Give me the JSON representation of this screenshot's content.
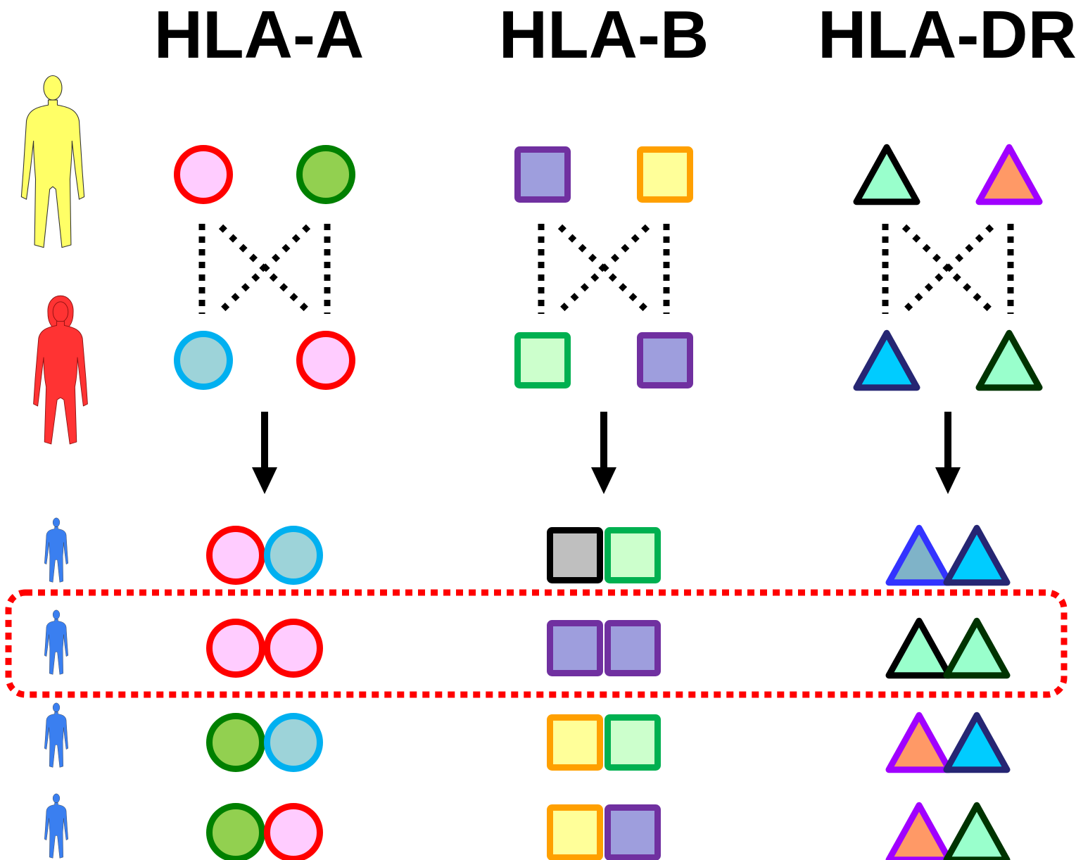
{
  "headers": [
    "HLA-A",
    "HLA-B",
    "HLA-DR"
  ],
  "colors": {
    "red": "#ff0000",
    "pink": "#ffccff",
    "darkgreen": "#008000",
    "lightgreen": "#92d050",
    "skyblue": "#00b0f0",
    "teal": "#9dd3d9",
    "purple": "#7030a0",
    "lavender": "#9e9edd",
    "orange": "#ffa000",
    "lightyellow": "#ffff99",
    "green": "#00b050",
    "mint": "#ccffcc",
    "black": "#000000",
    "gray": "#bfbfbf",
    "violet": "#a000ff",
    "salmon": "#ff9966",
    "navy": "#262673",
    "cyan": "#00ccff",
    "blue": "#3333ff",
    "dkgreen2": "#003300",
    "aquamint": "#99ffcc",
    "highlight": "#ff0000"
  },
  "people": {
    "father": {
      "icon": "man-figure-icon",
      "color": "#ffff66"
    },
    "mother": {
      "icon": "woman-figure-icon",
      "color": "#ff3333"
    },
    "children": {
      "icon": "child-figure-icon",
      "color": "#3a7ff0",
      "count": 4
    }
  },
  "loci": [
    {
      "name": "HLA-A",
      "shape": "circle",
      "father": [
        {
          "stroke": "#ff0000",
          "fill": "#ffccff"
        },
        {
          "stroke": "#008000",
          "fill": "#92d050"
        }
      ],
      "mother": [
        {
          "stroke": "#00b0f0",
          "fill": "#9dd3d9"
        },
        {
          "stroke": "#ff0000",
          "fill": "#ffccff"
        }
      ],
      "children": [
        [
          {
            "stroke": "#ff0000",
            "fill": "#ffccff"
          },
          {
            "stroke": "#00b0f0",
            "fill": "#9dd3d9"
          }
        ],
        [
          {
            "stroke": "#ff0000",
            "fill": "#ffccff"
          },
          {
            "stroke": "#ff0000",
            "fill": "#ffccff"
          }
        ],
        [
          {
            "stroke": "#008000",
            "fill": "#92d050"
          },
          {
            "stroke": "#00b0f0",
            "fill": "#9dd3d9"
          }
        ],
        [
          {
            "stroke": "#008000",
            "fill": "#92d050"
          },
          {
            "stroke": "#ff0000",
            "fill": "#ffccff"
          }
        ]
      ]
    },
    {
      "name": "HLA-B",
      "shape": "square",
      "father": [
        {
          "stroke": "#7030a0",
          "fill": "#9e9edd"
        },
        {
          "stroke": "#ffa000",
          "fill": "#ffff99"
        }
      ],
      "mother": [
        {
          "stroke": "#00b050",
          "fill": "#ccffcc"
        },
        {
          "stroke": "#7030a0",
          "fill": "#9e9edd"
        }
      ],
      "children": [
        [
          {
            "stroke": "#000000",
            "fill": "#bfbfbf"
          },
          {
            "stroke": "#00b050",
            "fill": "#ccffcc"
          }
        ],
        [
          {
            "stroke": "#7030a0",
            "fill": "#9e9edd"
          },
          {
            "stroke": "#7030a0",
            "fill": "#9e9edd"
          }
        ],
        [
          {
            "stroke": "#ffa000",
            "fill": "#ffff99"
          },
          {
            "stroke": "#00b050",
            "fill": "#ccffcc"
          }
        ],
        [
          {
            "stroke": "#ffa000",
            "fill": "#ffff99"
          },
          {
            "stroke": "#7030a0",
            "fill": "#9e9edd"
          }
        ]
      ]
    },
    {
      "name": "HLA-DR",
      "shape": "triangle",
      "father": [
        {
          "stroke": "#000000",
          "fill": "#99ffcc"
        },
        {
          "stroke": "#a000ff",
          "fill": "#ff9966"
        }
      ],
      "mother": [
        {
          "stroke": "#262673",
          "fill": "#00ccff"
        },
        {
          "stroke": "#003300",
          "fill": "#99ffcc"
        }
      ],
      "children": [
        [
          {
            "stroke": "#3333ff",
            "fill": "#7fb3c8"
          },
          {
            "stroke": "#262673",
            "fill": "#00ccff"
          }
        ],
        [
          {
            "stroke": "#000000",
            "fill": "#99ffcc"
          },
          {
            "stroke": "#003300",
            "fill": "#99ffcc"
          }
        ],
        [
          {
            "stroke": "#a000ff",
            "fill": "#ff9966"
          },
          {
            "stroke": "#262673",
            "fill": "#00ccff"
          }
        ],
        [
          {
            "stroke": "#a000ff",
            "fill": "#ff9966"
          },
          {
            "stroke": "#003300",
            "fill": "#99ffcc"
          }
        ]
      ]
    }
  ],
  "highlighted_child": 2
}
